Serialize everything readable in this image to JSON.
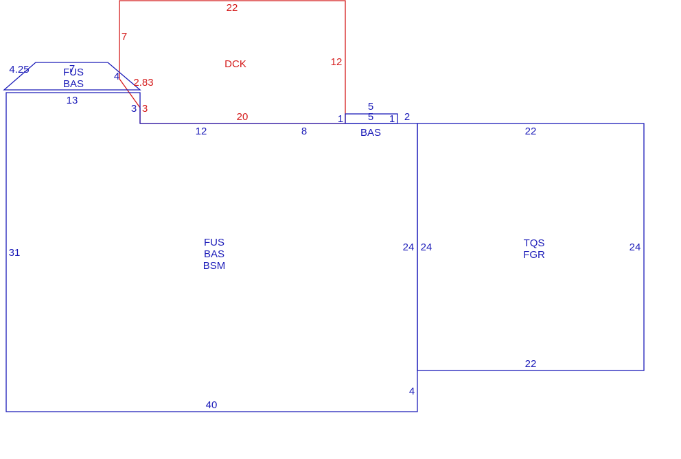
{
  "colors": {
    "main": "#1a1ab8",
    "deck": "#d41a1a",
    "background": "#ffffff"
  },
  "areas": {
    "main": {
      "lines": [
        "FUS",
        "BAS",
        "BSM"
      ]
    },
    "garage": {
      "lines": [
        "TQS",
        "FGR"
      ]
    },
    "deck": {
      "lines": [
        "DCK"
      ]
    },
    "bay": {
      "lines": [
        "FUS",
        "BAS"
      ]
    },
    "bump": {
      "lines": [
        "BAS"
      ]
    }
  },
  "dimensions": {
    "main_left": "31",
    "main_bottom": "40",
    "main_right": "24",
    "main_right_lower": "4",
    "main_top_left": "13",
    "main_step": "3",
    "main_top_mid": "12",
    "main_top_right": "8",
    "bump_top": "5",
    "bump_bottom": "5",
    "bump_left": "1",
    "bump_right": "1",
    "bump_offset": "2",
    "garage_top": "22",
    "garage_bottom": "22",
    "garage_left": "24",
    "garage_right": "24",
    "bay_top": "7",
    "bay_slant_left": "4.25",
    "bay_slant_right": "4",
    "deck_top": "22",
    "deck_left": "7",
    "deck_right": "12",
    "deck_bottom": "20",
    "deck_step": "3",
    "deck_diag": "2.83"
  }
}
